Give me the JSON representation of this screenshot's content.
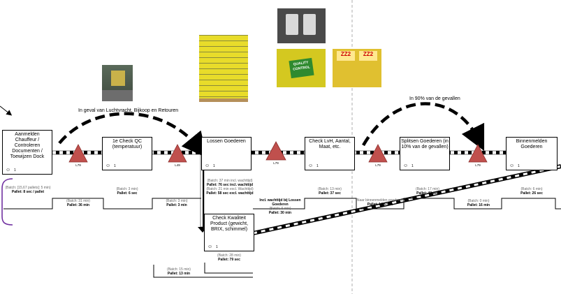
{
  "annotations": {
    "top_arc": "In geval van Luchtvracht, Bijkoop en Retouren",
    "right_arc": "In 90% van de gevallen"
  },
  "processes": [
    {
      "lines": [
        "Aanmelden",
        "Chauffeur /",
        "Controleren",
        "Documenten /",
        "Toewijzen Dock"
      ],
      "operators": "1"
    },
    {
      "lines": [
        "1e Check QC",
        "(temperatuur)"
      ],
      "operators": "1"
    },
    {
      "lines": [
        "Lossen Goederen"
      ],
      "operators": "1"
    },
    {
      "lines": [
        "Check LvH, Aantal,",
        "Maat, etc."
      ],
      "operators": "1"
    },
    {
      "lines": [
        "Splitsen Goederen (in",
        "10% van de gevallen)"
      ],
      "operators": "1"
    },
    {
      "lines": [
        "Binnenmelden",
        "Goederen"
      ],
      "operators": "1"
    },
    {
      "lines": [
        "Check Kwaliteit",
        "Product (gewicht,",
        "BRIX, schimmel)"
      ],
      "operators": "1"
    }
  ],
  "inventory_labels": [
    "L79",
    "L49",
    "L79",
    "L79",
    "L79"
  ],
  "timeline": [
    {
      "batch": "(Batch: [15,67 pallets]: 5 min)",
      "pallet": "Pallet: 8 sec / pallet"
    },
    {
      "batch": "(Batch: 31 min)",
      "pallet": "Pallet: 36 min"
    },
    {
      "batch": "(Batch: 3 min)",
      "pallet": "Pallet: 6 sec"
    },
    {
      "batch": "(Batch: 3 min)",
      "pallet": "Pallet: 3 min"
    },
    {
      "batch": "(Batch: 37 min incl. wachttijd)",
      "pallet": "Pallet: 76 sec incl. wachttijd"
    },
    {
      "batch": "(Batch: 21 min excl. Wachttijd)",
      "pallet": "Pallet: 58 sec excl. wachttijd"
    },
    {
      "batch": "Incl. wachttijd bij Lossen Goederen",
      "pallet": ""
    },
    {
      "batch": "(Batch: 6 min)",
      "pallet": "Pallet: 30 min"
    },
    {
      "batch": "(Batch: 13 min)",
      "pallet": "Pallet: 37 sec"
    },
    {
      "batch": "Naar binnenmelden goederen",
      "pallet": "Pallet: 14,5 min"
    },
    {
      "batch": "(Batch: 17 min)",
      "pallet": "Pallet: 40 sec"
    },
    {
      "batch": "(Batch: 0 min)",
      "pallet": "Pallet: 16 min"
    },
    {
      "batch": "(Batch: 6 min)",
      "pallet": "Pallet: 26 sec"
    },
    {
      "batch": "(Batch: 28 min)",
      "pallet": "Pallet: 79 sec"
    },
    {
      "batch": "(Batch: 15 min)",
      "pallet": "Pallet: 13 min"
    }
  ],
  "photos": {
    "qc_label": "QUALITY CONTROL",
    "sticker_1": "ZZ2",
    "sticker_2": "ZZ2"
  }
}
